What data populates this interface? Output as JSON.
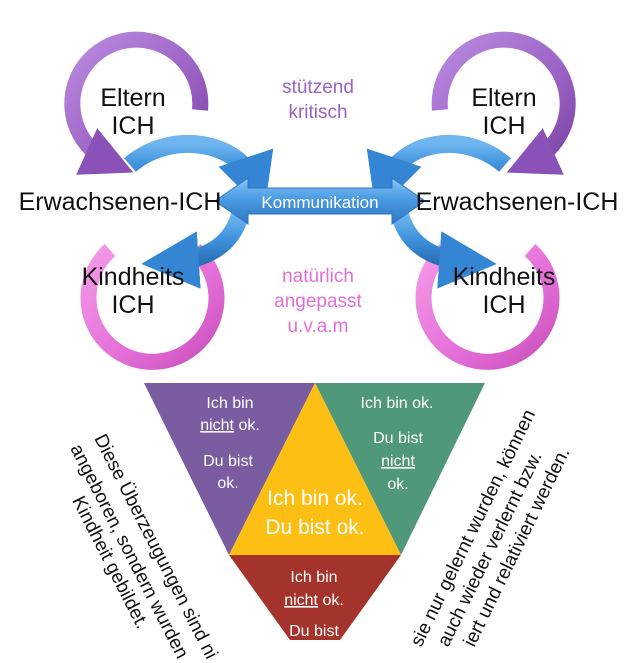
{
  "ego_states": {
    "left": {
      "parent": [
        "Eltern",
        "ICH"
      ],
      "adult": "Erwachsenen-ICH",
      "child": [
        "Kindheits",
        "ICH"
      ]
    },
    "right": {
      "parent": [
        "Eltern",
        "ICH"
      ],
      "adult": "Erwachsenen-ICH",
      "child": [
        "Kindheits",
        "ICH"
      ]
    },
    "communication": "Kommunikation",
    "parent_traits": [
      "stützend",
      "kritisch"
    ],
    "child_traits": [
      "natürlich",
      "angepasst",
      "u.v.a.m"
    ]
  },
  "positions": {
    "left": {
      "line1": "Ich bin",
      "line2_emph": "nicht",
      "line2_rest": " ok.",
      "line3": "Du bist",
      "line4": "ok."
    },
    "right": {
      "line1": "Ich bin ok.",
      "line2": "Du bist",
      "line3_emph": "nicht",
      "line4": "ok."
    },
    "center": {
      "line1": "Ich bin ok.",
      "line2": "Du bist ok."
    },
    "bottom": {
      "line1": "Ich bin",
      "line2_emph": "nicht",
      "line2_rest": " ok.",
      "line3": "Du bist"
    }
  },
  "side_notes": {
    "left": [
      "Diese Überzeugungen sind ni",
      "angeboren, sondern wurden",
      "Kindheit gebildet."
    ],
    "right": [
      "sie nur gelernt wurden, können",
      "auch wieder verlernt bzw.",
      "iert und relativiert werden."
    ]
  },
  "colors": {
    "purple": "#9b62c4",
    "pink": "#e46ed7",
    "blue": "#3f93dd",
    "tri_purple": "#7a5ca0",
    "tri_green": "#4f9879",
    "tri_yellow": "#fdbf14",
    "tri_red": "#a3332b"
  }
}
